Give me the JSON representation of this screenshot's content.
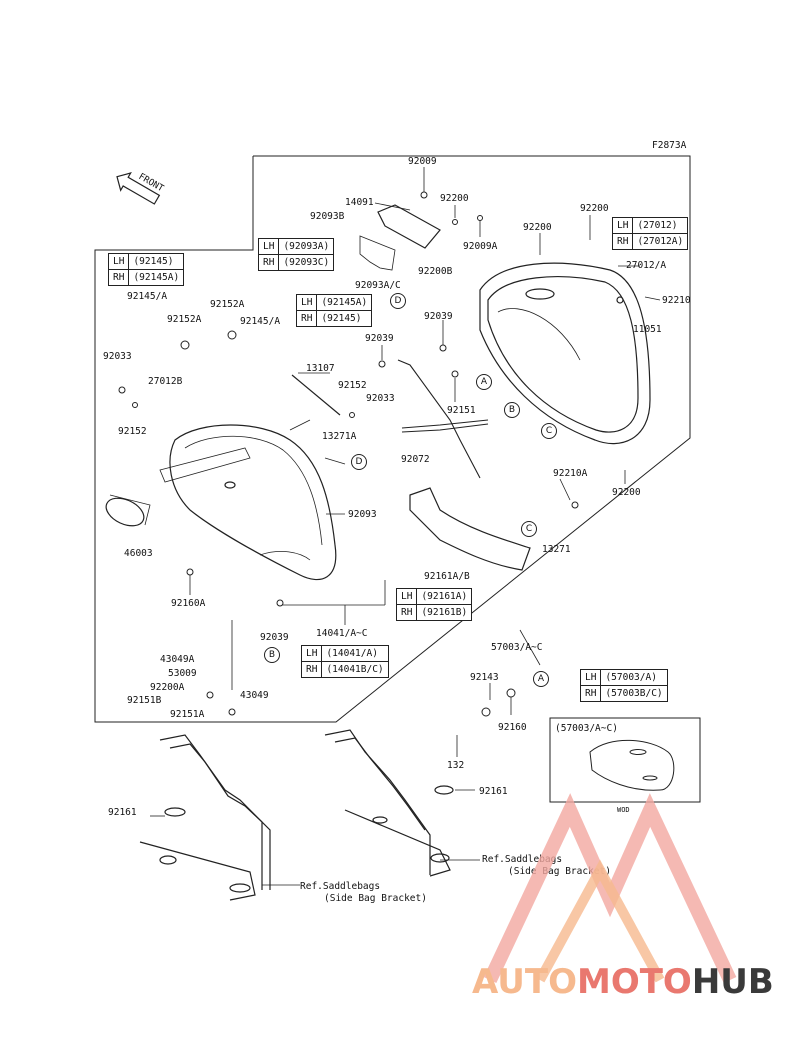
{
  "figure_code": "F2873A",
  "front_label": "FRONT",
  "part_labels": {
    "p92009": "92009",
    "p14091": "14091",
    "p92093B": "92093B",
    "p92200a": "92200",
    "p92009A": "92009A",
    "p92200b": "92200",
    "p92200c": "92200",
    "p92093AC": "92093A/C",
    "p92200B": "92200B",
    "p27012A": "27012/A",
    "p92210": "92210",
    "p11051": "11051",
    "p92145A": "92145/A",
    "p92152A_1": "92152A",
    "p92152A_2": "92152A",
    "p92145A_2": "92145/A",
    "p92039a": "92039",
    "p92039b": "92039",
    "p92033a": "92033",
    "p13107": "13107",
    "p27012B": "27012B",
    "p92152a": "92152",
    "p92033b": "92033",
    "p92151": "92151",
    "p92152b": "92152",
    "p13271A": "13271A",
    "p92072": "92072",
    "p92200d": "92200",
    "p92210A": "92210A",
    "p92093": "92093",
    "p13271": "13271",
    "p46003": "46003",
    "p92161AB": "92161A/B",
    "p92160A": "92160A",
    "p92039c": "92039",
    "p14041AC": "14041/A~C",
    "p57003AC": "57003/A~C",
    "p43049A": "43049A",
    "p53009": "53009",
    "p92200A": "92200A",
    "p92151B": "92151B",
    "p43049": "43049",
    "p92151A": "92151A",
    "p92143": "92143",
    "p92160": "92160",
    "p132": "132",
    "p92161a": "92161",
    "p92161b": "92161",
    "ref1_line1": "Ref.Saddlebags",
    "ref1_line2": "(Side Bag Bracket)",
    "ref2_line1": "Ref.Saddlebags",
    "ref2_line2": "(Side Bag Bracket)",
    "inset_title": "(57003/A~C)",
    "inset_caption": "WOD"
  },
  "callouts": {
    "a1": "A",
    "b1": "B",
    "c1": "C",
    "d1": "D",
    "a2": "A",
    "b2": "B",
    "c2": "C",
    "d2": "D"
  },
  "tables": {
    "t92145": {
      "lh": "LH",
      "lh_val": "(92145)",
      "rh": "RH",
      "rh_val": "(92145A)"
    },
    "t92093": {
      "lh": "LH",
      "lh_val": "(92093A)",
      "rh": "RH",
      "rh_val": "(92093C)"
    },
    "t92145A": {
      "lh": "LH",
      "lh_val": "(92145A)",
      "rh": "RH",
      "rh_val": "(92145)"
    },
    "t27012": {
      "lh": "LH",
      "lh_val": "(27012)",
      "rh": "RH",
      "rh_val": "(27012A)"
    },
    "t92161": {
      "lh": "LH",
      "lh_val": "(92161A)",
      "rh": "RH",
      "rh_val": "(92161B)"
    },
    "t14041": {
      "lh": "LH",
      "lh_val": "(14041/A)",
      "rh": "RH",
      "rh_val": "(14041B/C)"
    },
    "t57003": {
      "lh": "LH",
      "lh_val": "(57003/A)",
      "rh": "RH",
      "rh_val": "(57003B/C)"
    }
  },
  "logo": {
    "part1": "AUTO",
    "part2": "MOTO",
    "part3": "HUB"
  },
  "colors": {
    "line": "#222222",
    "logo_light": "#f6b98e",
    "logo_red": "#e9786f",
    "logo_dark": "#3a3a3a",
    "watermark": "#f2a8a0"
  }
}
